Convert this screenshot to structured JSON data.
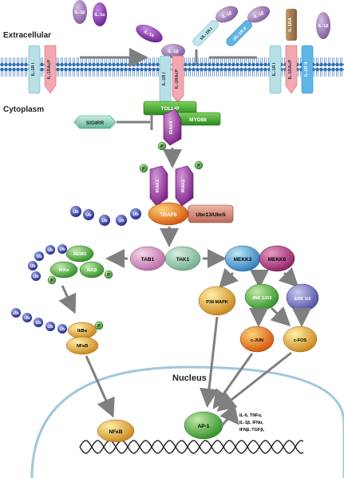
{
  "regions": {
    "extracellular": "Extracellular",
    "cytoplasm": "Cytoplasm",
    "nucleus": "Nucleus"
  },
  "ligands": {
    "il1b_a": "IL-1β",
    "il1a_a": "IL-1α",
    "il1a_b": "IL-1α",
    "il1b_b": "IL-1β",
    "il1b_c": "IL-1β",
    "il1b_d": "IL-1β",
    "il1b_e": "IL-1β",
    "il1ra": "IL-1RA",
    "sIL1RI": "sIL-1R I",
    "sIL1RII": "sIL-1R II"
  },
  "receptors": {
    "left_r1": "IL-1R I",
    "left_racp": "IL-1RAcP",
    "center_r1": "IL-1R I",
    "center_racp": "IL-1RAcP",
    "right_r1": "IL-1R I",
    "right_racp": "IL-1RAcP",
    "right_r2": "IL-1R II"
  },
  "adaptors": {
    "tollip": "TOLLIP",
    "myd88": "MYD88",
    "sigirr": "SIGIRR",
    "irak4": "IRAK4",
    "irak1": "IRAK1",
    "irak2": "IRAK2",
    "traf6": "TRAF6",
    "ubc": "Ubc13/Ubc5",
    "p": "P",
    "ub": "Ub"
  },
  "kinases": {
    "tab1": "TAB1",
    "tak1": "TAK1",
    "mekk3": "MEKK3",
    "mekk6": "MEKK6",
    "p38": "P38 MAPK",
    "jnk": "JNK 1/2/3",
    "erk": "ERK 1/2",
    "cjun": "c-JUN",
    "cfos": "c-FOS",
    "nemo": "NEMO",
    "ikka": "IKKα",
    "ikkb": "IKKβ",
    "ikba": "IkBα",
    "nfkb": "NFκB"
  },
  "nuclear": {
    "nfkb": "NFκB",
    "ap1": "AP-1",
    "genes": [
      "IL-6, TNFα,",
      "IL-1β, IFNα,",
      "IFNβ, TGFβ,"
    ]
  },
  "colors": {
    "membrane": "#2f6db2",
    "receptor_r1": "#b7e0e6",
    "receptor_racp": "#f3a7ae",
    "receptor_r2": "#5fb6e6",
    "ligand": "#8a4ab0",
    "ligand_light": "#b79ac6",
    "green": "#2e8a24",
    "purple": "#8a2c92",
    "ub": "#2b3596",
    "orange": "#e8a020",
    "arrow": "#888888"
  }
}
